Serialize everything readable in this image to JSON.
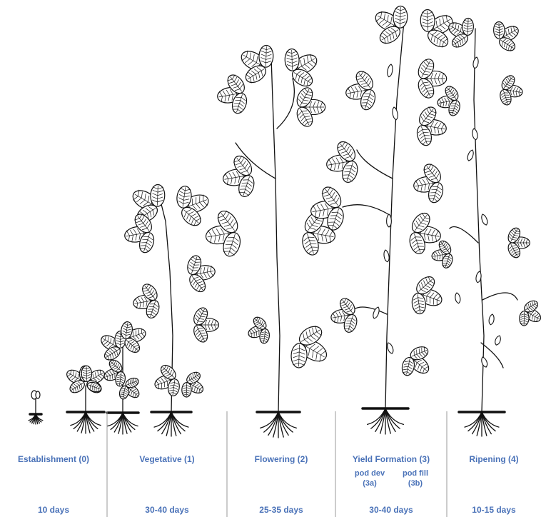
{
  "stages": [
    {
      "name": "Establishment (0)",
      "duration": "10 days"
    },
    {
      "name": "Vegetative (1)",
      "duration": "30-40 days"
    },
    {
      "name": "Flowering (2)",
      "duration": "25-35 days"
    },
    {
      "name": "Yield Formation (3)",
      "duration": "30-40 days",
      "substages": [
        {
          "line1": "pod dev",
          "line2": "(3a)"
        },
        {
          "line1": "pod fill",
          "line2": "(3b)"
        }
      ]
    },
    {
      "name": "Ripening (4)",
      "duration": "10-15 days"
    }
  ],
  "label_color": "#4a72b8",
  "divider_color": "#999999"
}
